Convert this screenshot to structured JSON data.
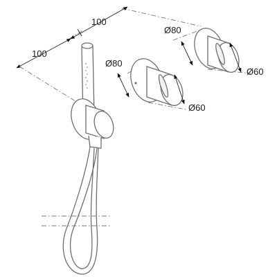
{
  "dimensions": {
    "spacing_top": "100",
    "spacing_left": "100",
    "valve_rear_diameter": "Ø80",
    "valve_rear_handle": "Ø60",
    "valve_front_diameter": "Ø80",
    "valve_front_handle": "Ø60"
  },
  "colors": {
    "line": "#6e6e6e",
    "dimension": "#222222",
    "background": "#ffffff"
  }
}
